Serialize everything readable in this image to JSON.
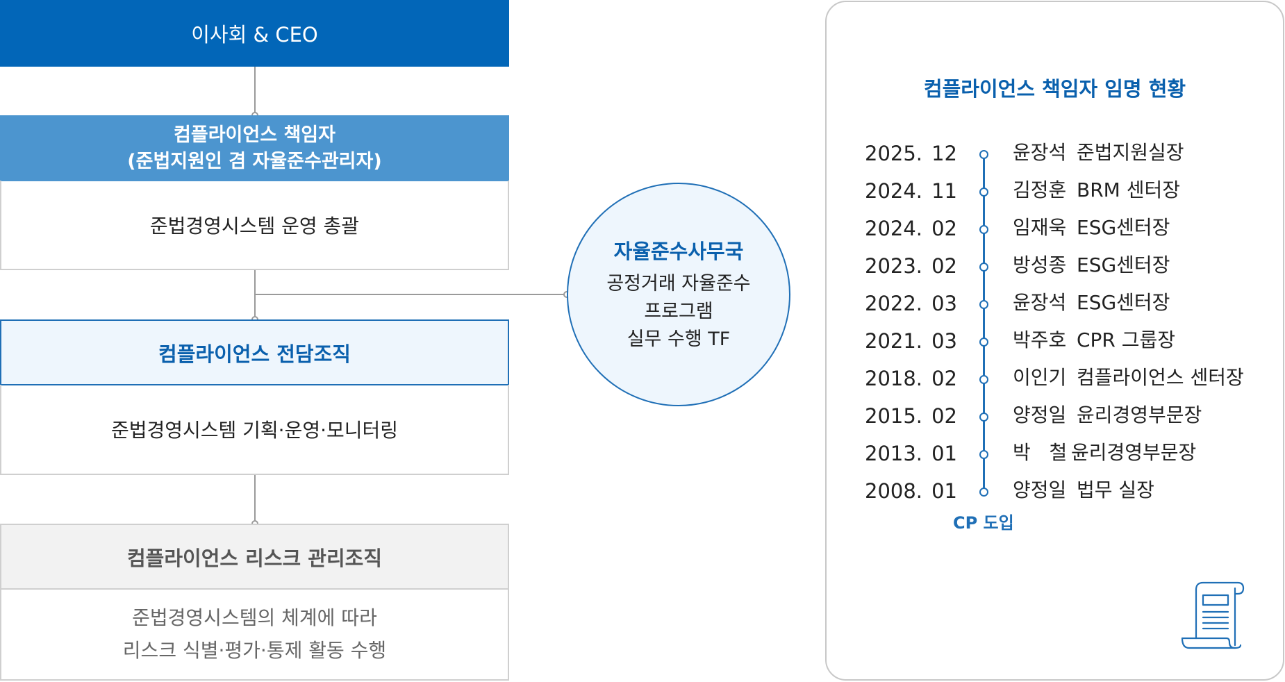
{
  "org": {
    "top": "이사회 & CEO",
    "officer_line1": "컴플라이언스 책임자",
    "officer_line2": "(준법지원인 겸 자율준수관리자)",
    "officer_body": "준법경영시스템 운영 총괄",
    "dedicated": "컴플라이언스 전담조직",
    "dedicated_body": "준법경영시스템 기획·운영·모니터링",
    "risk": "컴플라이언스 리스크 관리조직",
    "risk_body_line1": "준법경영시스템의 체계에 따라",
    "risk_body_line2": "리스크 식별·평가·통제 활동 수행"
  },
  "secretariat": {
    "title": "자율준수사무국",
    "line1": "공정거래 자율준수",
    "line2": "프로그램",
    "line3": "실무 수행 TF"
  },
  "appointments": {
    "title": "컴플라이언스 책임자 임명 현황",
    "rows": [
      {
        "year": "2025.",
        "month": "12",
        "name": "윤장석",
        "role": "준법지원실장"
      },
      {
        "year": "2024.",
        "month": "11",
        "name": "김정훈",
        "role": "BRM 센터장"
      },
      {
        "year": "2024.",
        "month": "02",
        "name": "임재욱",
        "role": "ESG센터장"
      },
      {
        "year": "2023.",
        "month": "02",
        "name": "방성종",
        "role": "ESG센터장"
      },
      {
        "year": "2022.",
        "month": "03",
        "name": "윤장석",
        "role": "ESG센터장"
      },
      {
        "year": "2021.",
        "month": "03",
        "name": "박주호",
        "role": "CPR 그룹장"
      },
      {
        "year": "2018.",
        "month": "02",
        "name": "이인기",
        "role": "컴플라이언스 센터장"
      },
      {
        "year": "2015.",
        "month": "02",
        "name": "양정일",
        "role": "윤리경영부문장"
      },
      {
        "year": "2013.",
        "month": "01",
        "name": "박   철",
        "role": "윤리경영부문장"
      },
      {
        "year": "2008.",
        "month": "01",
        "name": "양정일",
        "role": "법무 실장"
      }
    ],
    "footnote": "CP 도입"
  },
  "colors": {
    "dark_blue": "#0266b8",
    "mid_blue": "#4c95cf",
    "accent_blue": "#1f6fb6",
    "light_bg": "#eef6fd",
    "grey_bg": "#f2f2f2"
  },
  "icons": [
    "document-scroll-icon"
  ]
}
